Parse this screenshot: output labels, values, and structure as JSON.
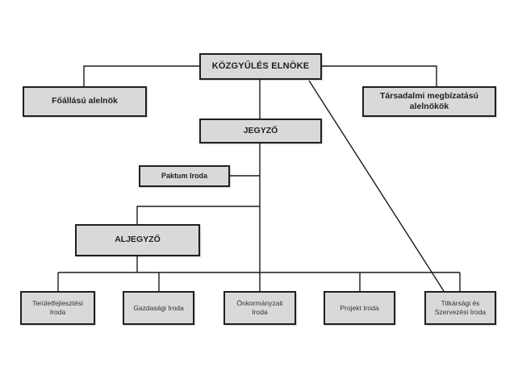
{
  "diagram": {
    "type": "org-chart",
    "colors": {
      "box_fill": "#d9d9d9",
      "box_border": "#1f1f1f",
      "line": "#1a1a1a",
      "text": "#1f1f1f",
      "background": "#ffffff"
    },
    "nodes": {
      "kozgyules": {
        "label": "KÖZGYŰLÉS ELNÖKE"
      },
      "foallasu": {
        "label": "Főállású alelnök"
      },
      "tarsadalmi": {
        "label": "Társadalmi megbízatású alelnökök"
      },
      "jegyzo": {
        "label": "JEGYZŐ"
      },
      "paktum": {
        "label": "Paktum Iroda"
      },
      "aljegyzo": {
        "label": "ALJEGYZŐ"
      },
      "terulet": {
        "label": "Területfejlesztési Iroda"
      },
      "gazdasagi": {
        "label": "Gazdasági Iroda"
      },
      "onkormanyzati": {
        "label": "Önkormányzati Iroda"
      },
      "projekt": {
        "label": "Projekt Iroda"
      },
      "titkarsagi": {
        "label": "Titkársági és Szervezési Iroda"
      }
    },
    "edges": [
      {
        "from": "kozgyules",
        "to": "foallasu"
      },
      {
        "from": "kozgyules",
        "to": "tarsadalmi"
      },
      {
        "from": "kozgyules",
        "to": "jegyzo"
      },
      {
        "from": "kozgyules",
        "to": "titkarsagi",
        "style": "diagonal"
      },
      {
        "from": "jegyzo",
        "to": "paktum"
      },
      {
        "from": "jegyzo",
        "to": "aljegyzo"
      },
      {
        "from": "aljegyzo",
        "to": "terulet"
      },
      {
        "from": "aljegyzo",
        "to": "gazdasagi"
      },
      {
        "from": "aljegyzo",
        "to": "onkormanyzati"
      },
      {
        "from": "aljegyzo",
        "to": "projekt"
      },
      {
        "from": "aljegyzo",
        "to": "titkarsagi"
      }
    ]
  }
}
